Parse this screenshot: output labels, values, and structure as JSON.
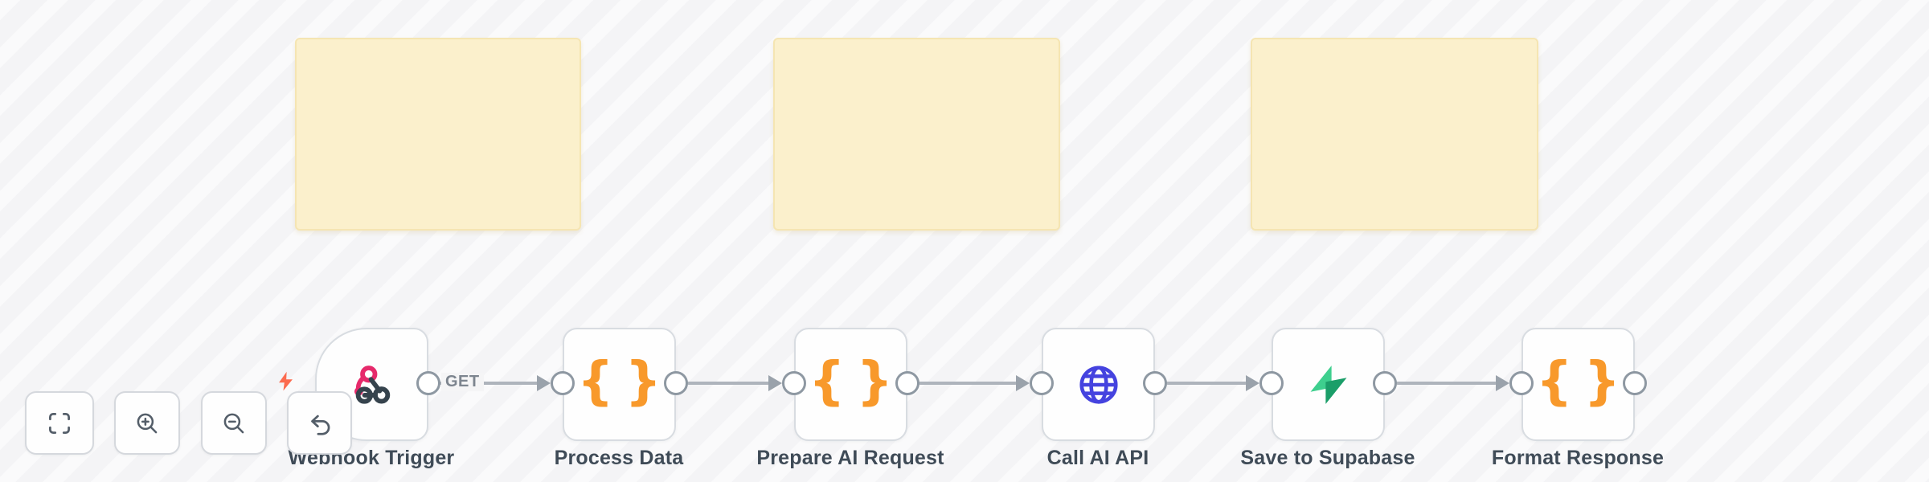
{
  "canvas": {
    "background_color": "#f5f5f6",
    "stripe_color": "#fafafb"
  },
  "sticky_notes": [
    {
      "text": "",
      "color": "#fbf0cc",
      "border_color": "#f5e5b2"
    },
    {
      "text": "",
      "color": "#fbf0cc",
      "border_color": "#f5e5b2"
    },
    {
      "text": "",
      "color": "#fbf0cc",
      "border_color": "#f5e5b2"
    }
  ],
  "controls": {
    "buttons": [
      {
        "icon": "fit-view-icon"
      },
      {
        "icon": "zoom-in-icon"
      },
      {
        "icon": "zoom-out-icon"
      },
      {
        "icon": "undo-icon"
      }
    ],
    "icon_color": "#545e69"
  },
  "workflow": {
    "trigger_indicator": {
      "icon": "lightning-bolt-icon",
      "color": "#fc6b4f"
    },
    "braces_glyph": "{}",
    "nodes": [
      {
        "label": "Webhook Trigger",
        "icon": "webhook-icon",
        "shape": "trigger",
        "colors": {
          "primary": "#e62a6b",
          "secondary": "#36434d"
        }
      },
      {
        "label": "Process Data",
        "icon": "code-braces-icon",
        "colors": {
          "primary": "#f8992b"
        }
      },
      {
        "label": "Prepare AI Request",
        "icon": "code-braces-icon",
        "colors": {
          "primary": "#f8992b"
        }
      },
      {
        "label": "Call AI API",
        "icon": "globe-icon",
        "colors": {
          "primary": "#4543df"
        }
      },
      {
        "label": "Save to Supabase",
        "icon": "supabase-bolt-icon",
        "colors": {
          "primary": "#3ecf8e",
          "secondary": "#1b9e69"
        }
      },
      {
        "label": "Format Response",
        "icon": "code-braces-icon",
        "colors": {
          "primary": "#f8992b"
        }
      }
    ],
    "connections": [
      {
        "from": "Webhook Trigger",
        "to": "Process Data",
        "label": "GET"
      },
      {
        "from": "Process Data",
        "to": "Prepare AI Request",
        "label": ""
      },
      {
        "from": "Prepare AI Request",
        "to": "Call AI API",
        "label": ""
      },
      {
        "from": "Call AI API",
        "to": "Save to Supabase",
        "label": ""
      },
      {
        "from": "Save to Supabase",
        "to": "Format Response",
        "label": ""
      }
    ]
  }
}
